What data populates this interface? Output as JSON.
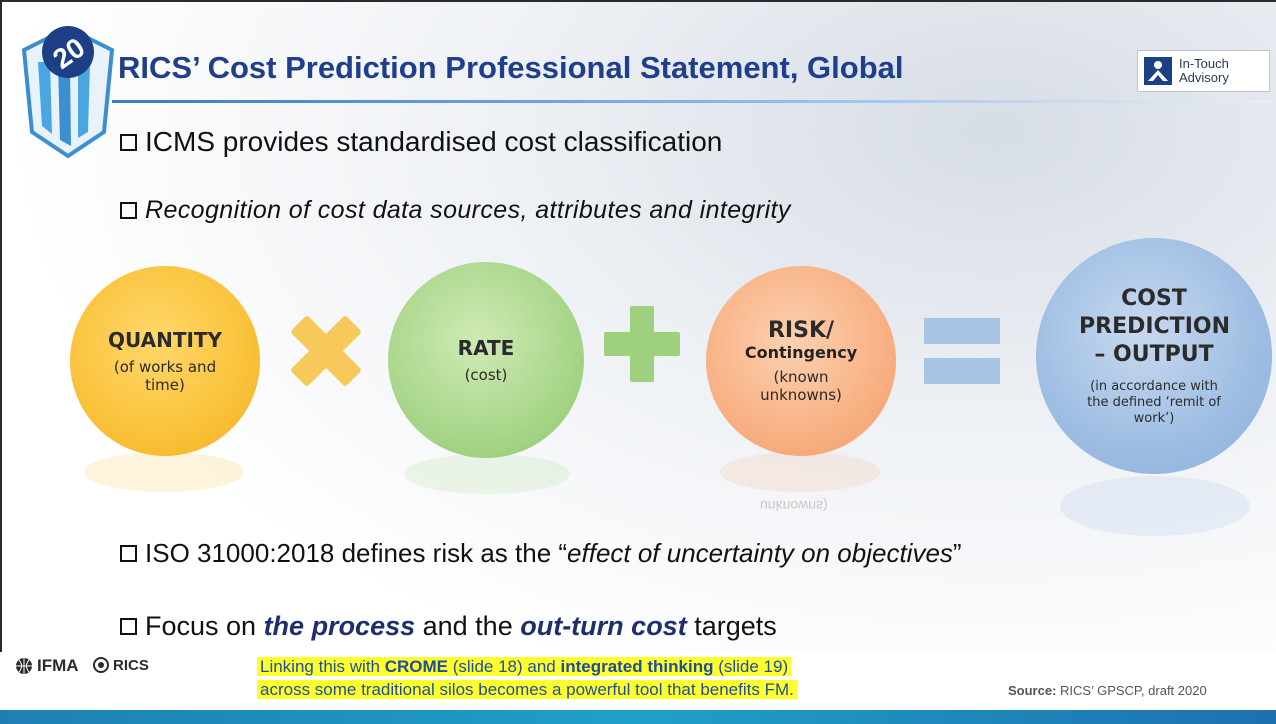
{
  "title": "RICS’ Cost Prediction Professional Statement, Global",
  "brand": {
    "line1": "In-Touch",
    "line2": "Advisory"
  },
  "logo": {
    "badge_text": "20"
  },
  "bullets": {
    "b1": "ICMS provides standardised cost classification",
    "b2": "Recognition of cost data sources, attributes and integrity",
    "b3_pre": "ISO 31000:2018 defines risk as the “",
    "b3_italic": "effect of uncertainty on objectives",
    "b3_post": "”",
    "b4_pre": "Focus on ",
    "b4_em1": "the process",
    "b4_mid": " and the ",
    "b4_em2": "out-turn cost",
    "b4_post": " targets"
  },
  "formula": {
    "quantity": {
      "head": "QUANTITY",
      "sub": "(of works and time)"
    },
    "rate": {
      "head": "RATE",
      "sub": "(cost)"
    },
    "risk": {
      "head": "RISK/",
      "head2": "Contingency",
      "sub": "(known unknowns)"
    },
    "output": {
      "head": "COST PREDICTION – OUTPUT",
      "sub": "(in accordance with the defined ‘remit of work’)"
    },
    "reflection_text": "unknowns)",
    "colors": {
      "quantity": "#f6bb2e",
      "rate": "#9ccf7d",
      "risk": "#f6a676",
      "output": "#93b5e0"
    }
  },
  "footer": {
    "ifma": "IFMA",
    "rics": "RICS",
    "note_1": "Linking this with ",
    "note_crome": "CROME",
    "note_2": " (slide 18) and ",
    "note_it": "integrated thinking",
    "note_3": " (slide 19)",
    "note_4": "across some traditional silos becomes a powerful tool that benefits FM.",
    "source_label": "Source:",
    "source_text": " RICS’ GPSCP, draft 2020"
  }
}
